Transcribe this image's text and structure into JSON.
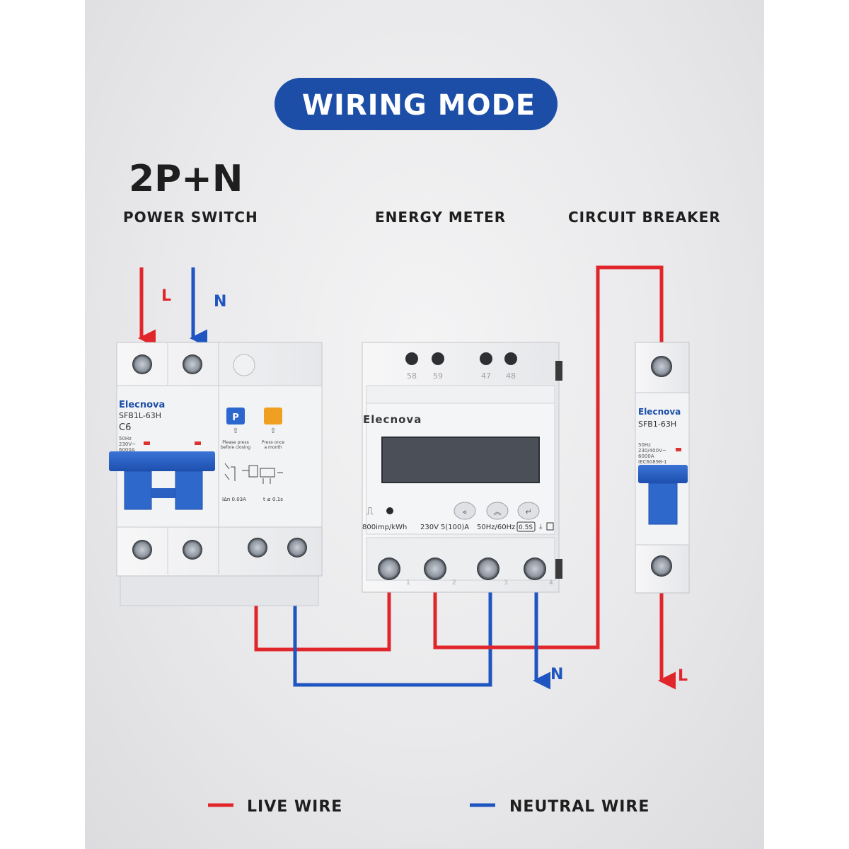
{
  "title": "WIRING MODE",
  "mode": "2P+N",
  "labels": {
    "power_switch": "POWER SWITCH",
    "energy_meter": "ENERGY METER",
    "circuit_breaker": "CIRCUIT BREAKER"
  },
  "wire_markers": {
    "in_live": "L",
    "in_neutral": "N",
    "out_neutral": "N",
    "out_live": "L"
  },
  "power_switch": {
    "brand": "Elecnova",
    "model": "SFB1L-63H",
    "curve": "C6",
    "spec_1": "50Hz",
    "spec_2": "230V~",
    "spec_3": "6000A",
    "p_button": "P",
    "test_note_1a": "Please press",
    "test_note_1b": "before closing",
    "test_note_2a": "Press once",
    "test_note_2b": "a month",
    "rating": "IΔn 0.03A",
    "trip_time": "t ≤ 0.1s"
  },
  "energy_meter": {
    "brand": "Elecnova",
    "top_terminals": [
      "58",
      "59",
      "47",
      "48"
    ],
    "impulse": "800imp/kWh",
    "voltage": "230V",
    "current": "5(100)A",
    "freq": "50Hz/60Hz",
    "class": "0.5S",
    "bottom_terminals": [
      "1",
      "2",
      "3",
      "4"
    ]
  },
  "circuit_breaker": {
    "brand": "Elecnova",
    "model": "SFB1-63H",
    "spec_1": "50Hz",
    "spec_2": "230/400V~",
    "spec_3": "6000A",
    "spec_4": "IEC60898-1"
  },
  "legend": {
    "live": "LIVE WIRE",
    "neutral": "NEUTRAL WIRE"
  },
  "colors": {
    "live": "#e0262b",
    "neutral": "#1f55c0",
    "title_pill": "#1c4ea8",
    "device_blue": "#2a63c6"
  }
}
